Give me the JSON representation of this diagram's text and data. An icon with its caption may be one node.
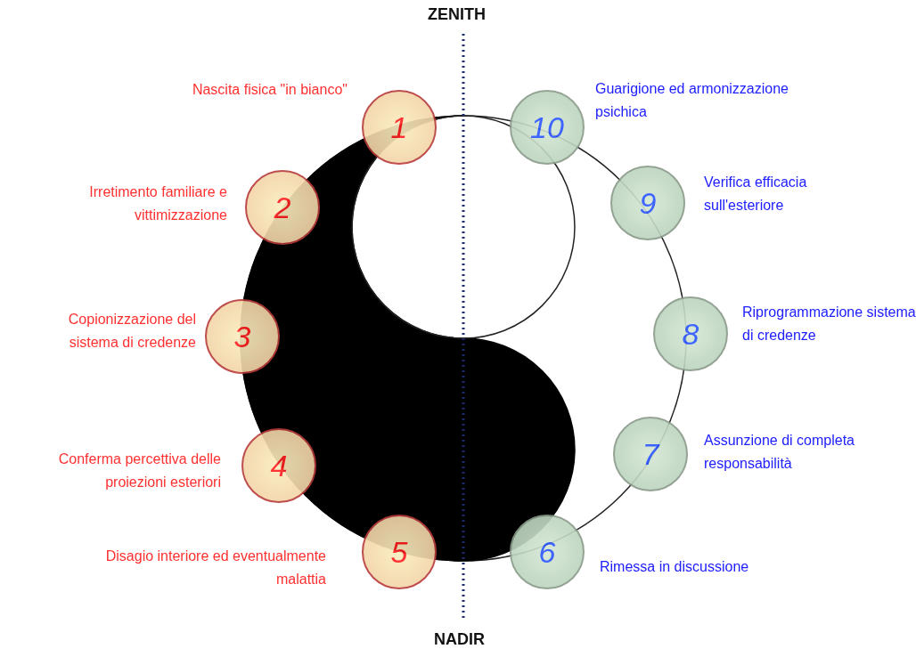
{
  "diagram": {
    "nodes": [
      {
        "text": [
          "1"
        ],
        "beside": [
          "Nascita fisica \"in bianco\""
        ]
      },
      {
        "text": [
          "2"
        ],
        "beside": [
          "Irretimento familiare e vittimizzazione"
        ]
      },
      {
        "text": [
          "3"
        ],
        "beside": [
          "Copionizzazione del sistema di credenze"
        ]
      },
      {
        "text": [
          "4"
        ],
        "beside": [
          "Conferma percettiva delle proiezioni esteriori"
        ]
      },
      {
        "text": [
          "5"
        ],
        "beside": [
          "Disagio interiore ed eventualmente malattia"
        ]
      },
      {
        "text": [
          "6"
        ],
        "beside": [
          "Rimessa in discussione"
        ]
      },
      {
        "text": [
          "7"
        ],
        "beside": [
          "Assunzione di completa responsabilità"
        ]
      },
      {
        "text": [
          "8"
        ],
        "beside": [
          "Riprogrammazione sistema di credenze"
        ]
      },
      {
        "text": [
          "9"
        ],
        "beside": [
          "Verifica efficacia sull'esteriore"
        ]
      },
      {
        "text": [
          "10"
        ],
        "beside": [
          "Guarigione ed armonizzazione psichica"
        ]
      }
    ],
    "labels": [
      "ZENITH",
      "NADIR"
    ]
  }
}
